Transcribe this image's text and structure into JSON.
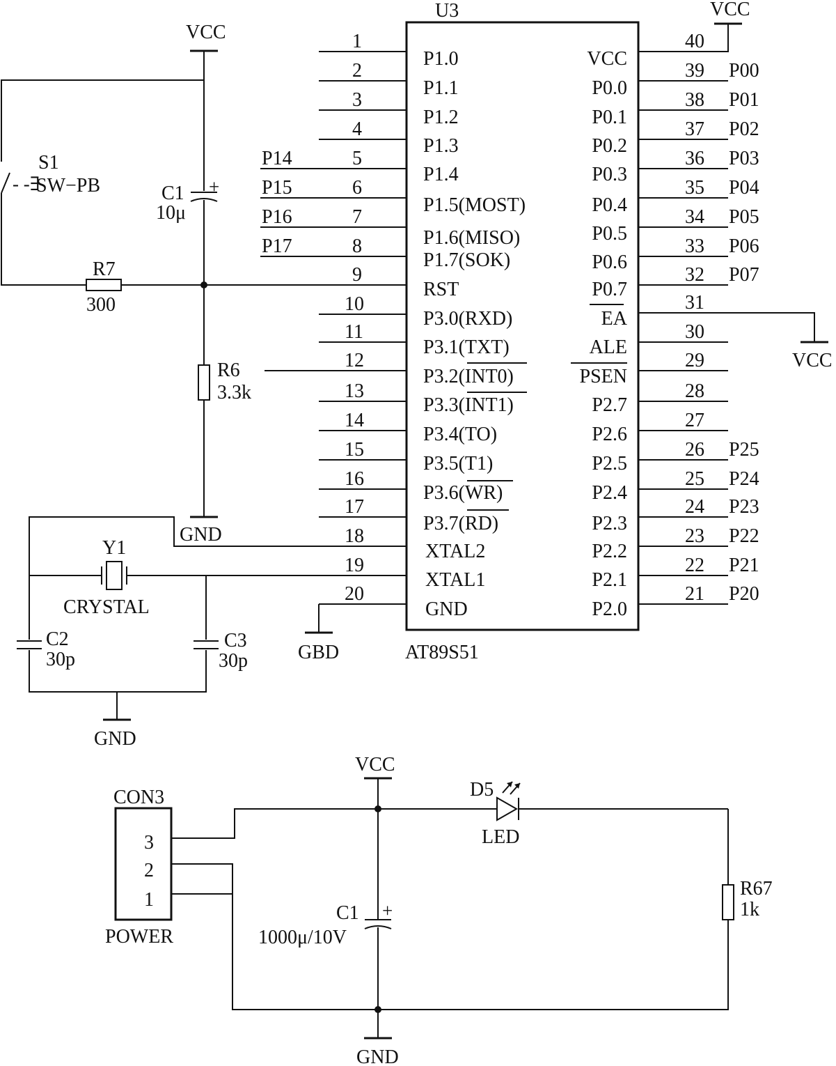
{
  "mcu": {
    "ref": "U3",
    "part": "AT89S51",
    "left_pins": [
      {
        "num": "1",
        "name": "P1.0",
        "net": ""
      },
      {
        "num": "2",
        "name": "P1.1",
        "net": ""
      },
      {
        "num": "3",
        "name": "P1.2",
        "net": ""
      },
      {
        "num": "4",
        "name": "P1.3",
        "net": ""
      },
      {
        "num": "5",
        "name": "P1.4",
        "net": "P14"
      },
      {
        "num": "6",
        "name": "P1.5(MOST)",
        "net": "P15"
      },
      {
        "num": "7",
        "name": "P1.6(MISO)",
        "net": "P16"
      },
      {
        "num": "8",
        "name": "P1.7(SOK)",
        "net": "P17"
      },
      {
        "num": "9",
        "name": "RST",
        "net": ""
      },
      {
        "num": "10",
        "name": "P3.0(RXD)",
        "net": ""
      },
      {
        "num": "11",
        "name": "P3.1(TXT)",
        "net": ""
      },
      {
        "num": "12",
        "name": "P3.2(INT0)",
        "net": ""
      },
      {
        "num": "13",
        "name": "P3.3(INT1)",
        "net": ""
      },
      {
        "num": "14",
        "name": "P3.4(TO)",
        "net": ""
      },
      {
        "num": "15",
        "name": "P3.5(T1)",
        "net": ""
      },
      {
        "num": "16",
        "name": "P3.6(WR)",
        "net": ""
      },
      {
        "num": "17",
        "name": "P3.7(RD)",
        "net": ""
      },
      {
        "num": "18",
        "name": "XTAL2",
        "net": ""
      },
      {
        "num": "19",
        "name": "XTAL1",
        "net": ""
      },
      {
        "num": "20",
        "name": "GND",
        "net": ""
      }
    ],
    "right_pins": [
      {
        "num": "40",
        "name": "VCC",
        "net": ""
      },
      {
        "num": "39",
        "name": "P0.0",
        "net": "P00"
      },
      {
        "num": "38",
        "name": "P0.1",
        "net": "P01"
      },
      {
        "num": "37",
        "name": "P0.2",
        "net": "P02"
      },
      {
        "num": "36",
        "name": "P0.3",
        "net": "P03"
      },
      {
        "num": "35",
        "name": "P0.4",
        "net": "P04"
      },
      {
        "num": "34",
        "name": "P0.5",
        "net": "P05"
      },
      {
        "num": "33",
        "name": "P0.6",
        "net": "P06"
      },
      {
        "num": "32",
        "name": "P0.7",
        "net": "P07"
      },
      {
        "num": "31",
        "name": "EA",
        "net": ""
      },
      {
        "num": "30",
        "name": "ALE",
        "net": ""
      },
      {
        "num": "29",
        "name": "PSEN",
        "net": ""
      },
      {
        "num": "28",
        "name": "P2.7",
        "net": ""
      },
      {
        "num": "27",
        "name": "P2.6",
        "net": ""
      },
      {
        "num": "26",
        "name": "P2.5",
        "net": "P25"
      },
      {
        "num": "25",
        "name": "P2.4",
        "net": "P24"
      },
      {
        "num": "24",
        "name": "P2.3",
        "net": "P23"
      },
      {
        "num": "23",
        "name": "P2.2",
        "net": "P22"
      },
      {
        "num": "22",
        "name": "P2.1",
        "net": "P21"
      },
      {
        "num": "21",
        "name": "P2.0",
        "net": "P20"
      }
    ]
  },
  "power_labels": {
    "vcc_reset": "VCC",
    "vcc_pin40": "VCC",
    "vcc_ea": "VCC",
    "gnd_reset": "GND",
    "gnd_pin20": "GBD",
    "gnd_crystal": "GND",
    "vcc_supply": "VCC",
    "gnd_supply": "GND"
  },
  "components": {
    "s1_ref": "S1",
    "s1_type": "SW−PB",
    "c1_ref": "C1",
    "c1_value": "10μ",
    "r7_ref": "R7",
    "r7_value": "300",
    "r6_ref": "R6",
    "r6_value": "3.3k",
    "y1_ref": "Y1",
    "y1_type": "CRYSTAL",
    "c2_ref": "C2",
    "c2_value": "30p",
    "c3_ref": "C3",
    "c3_value": "30p",
    "con3_ref": "CON3",
    "con3_name": "POWER",
    "con3_pins": [
      "3",
      "2",
      "1"
    ],
    "c1b_ref": "C1",
    "c1b_value": "1000μ/10V",
    "d5_ref": "D5",
    "d5_type": "LED",
    "r67_ref": "R67",
    "r67_value": "1k",
    "plus_sign": "+"
  }
}
